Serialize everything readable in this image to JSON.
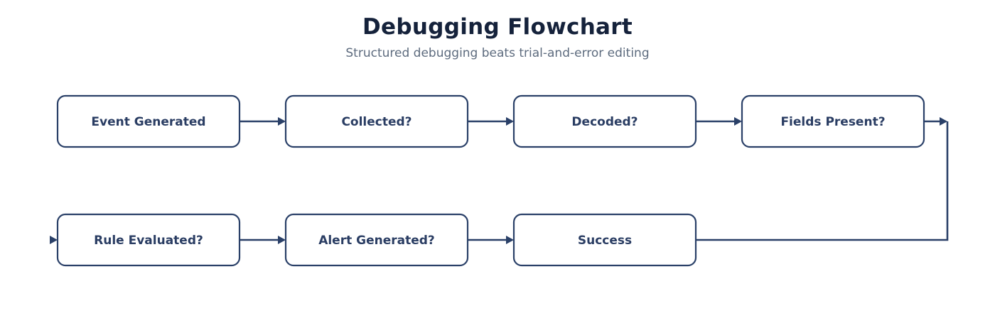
{
  "title": "Debugging Flowchart",
  "subtitle": "Structured debugging beats trial-and-error editing",
  "colors": {
    "title": "#15223b",
    "subtitle": "#5d6b7e",
    "stroke": "#2a4068",
    "node_text": "#2a3d63",
    "background": "#ffffff"
  },
  "nodes": [
    {
      "id": "n1",
      "label": "Event Generated"
    },
    {
      "id": "n2",
      "label": "Collected?"
    },
    {
      "id": "n3",
      "label": "Decoded?"
    },
    {
      "id": "n4",
      "label": "Fields Present?"
    },
    {
      "id": "n5",
      "label": "Rule Evaluated?"
    },
    {
      "id": "n6",
      "label": "Alert Generated?"
    },
    {
      "id": "n7",
      "label": "Success"
    }
  ],
  "edges": [
    {
      "from": "n1",
      "to": "n2"
    },
    {
      "from": "n2",
      "to": "n3"
    },
    {
      "from": "n3",
      "to": "n4"
    },
    {
      "from": "n4",
      "to": "n5"
    },
    {
      "from": "n5",
      "to": "n6"
    },
    {
      "from": "n6",
      "to": "n7"
    }
  ]
}
